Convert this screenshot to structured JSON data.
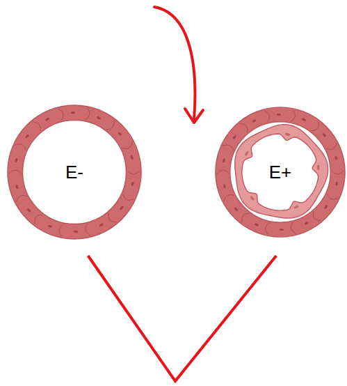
{
  "diagram": {
    "nodes": [
      {
        "text": [
          "E-"
        ]
      },
      {
        "text": [
          "E+"
        ]
      }
    ],
    "edges": [
      {
        "from": 0,
        "to": 1,
        "arrow": "none"
      }
    ]
  }
}
